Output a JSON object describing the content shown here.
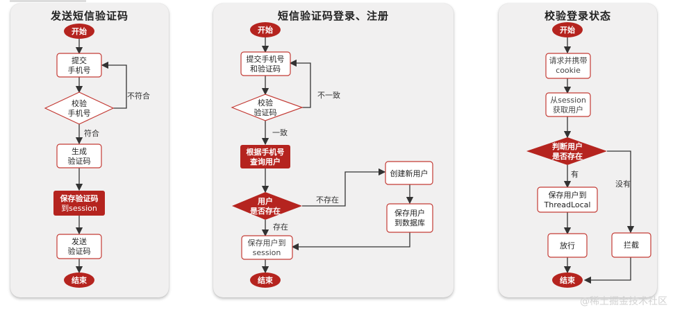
{
  "panel1": {
    "title": "发送短信验证码",
    "start": "开始",
    "submit_phone": [
      "提交",
      "手机号"
    ],
    "check_phone": [
      "校验",
      "手机号"
    ],
    "not_match": "不符合",
    "match": "符合",
    "generate_code": [
      "生成",
      "验证码"
    ],
    "save_code": [
      "保存验证码",
      "到session"
    ],
    "send_code": [
      "发送",
      "验证码"
    ],
    "end": "结束"
  },
  "panel2": {
    "title": "短信验证码登录、注册",
    "start": "开始",
    "submit": [
      "提交手机号",
      "和验证码"
    ],
    "check_code": [
      "校验",
      "验证码"
    ],
    "inconsistent": "不一致",
    "consistent": "一致",
    "query_user": [
      "根据手机号",
      "查询用户"
    ],
    "user_exists": [
      "用户",
      "是否存在"
    ],
    "not_exist": "不存在",
    "exist": "存在",
    "create_user": "创建新用户",
    "save_db": [
      "保存用户",
      "到数据库"
    ],
    "save_session": [
      "保存用户到",
      "session"
    ],
    "end": "结束"
  },
  "panel3": {
    "title": "校验登录状态",
    "start": "开始",
    "request_cookie": [
      "请求并携带",
      "cookie"
    ],
    "get_user": [
      "从session",
      "获取用户"
    ],
    "judge_user": [
      "判断用户",
      "是否存在"
    ],
    "has": "有",
    "none": "没有",
    "save_threadlocal": [
      "保存用户到",
      "ThreadLocal"
    ],
    "allow": "放行",
    "intercept": "拦截",
    "end": "结束"
  },
  "watermark": "@稀土掘金技术社区",
  "colors": {
    "accent": "#b5241f",
    "box_border": "#c33a34",
    "line": "#333333",
    "panel_bg": "#f1f0f0"
  }
}
